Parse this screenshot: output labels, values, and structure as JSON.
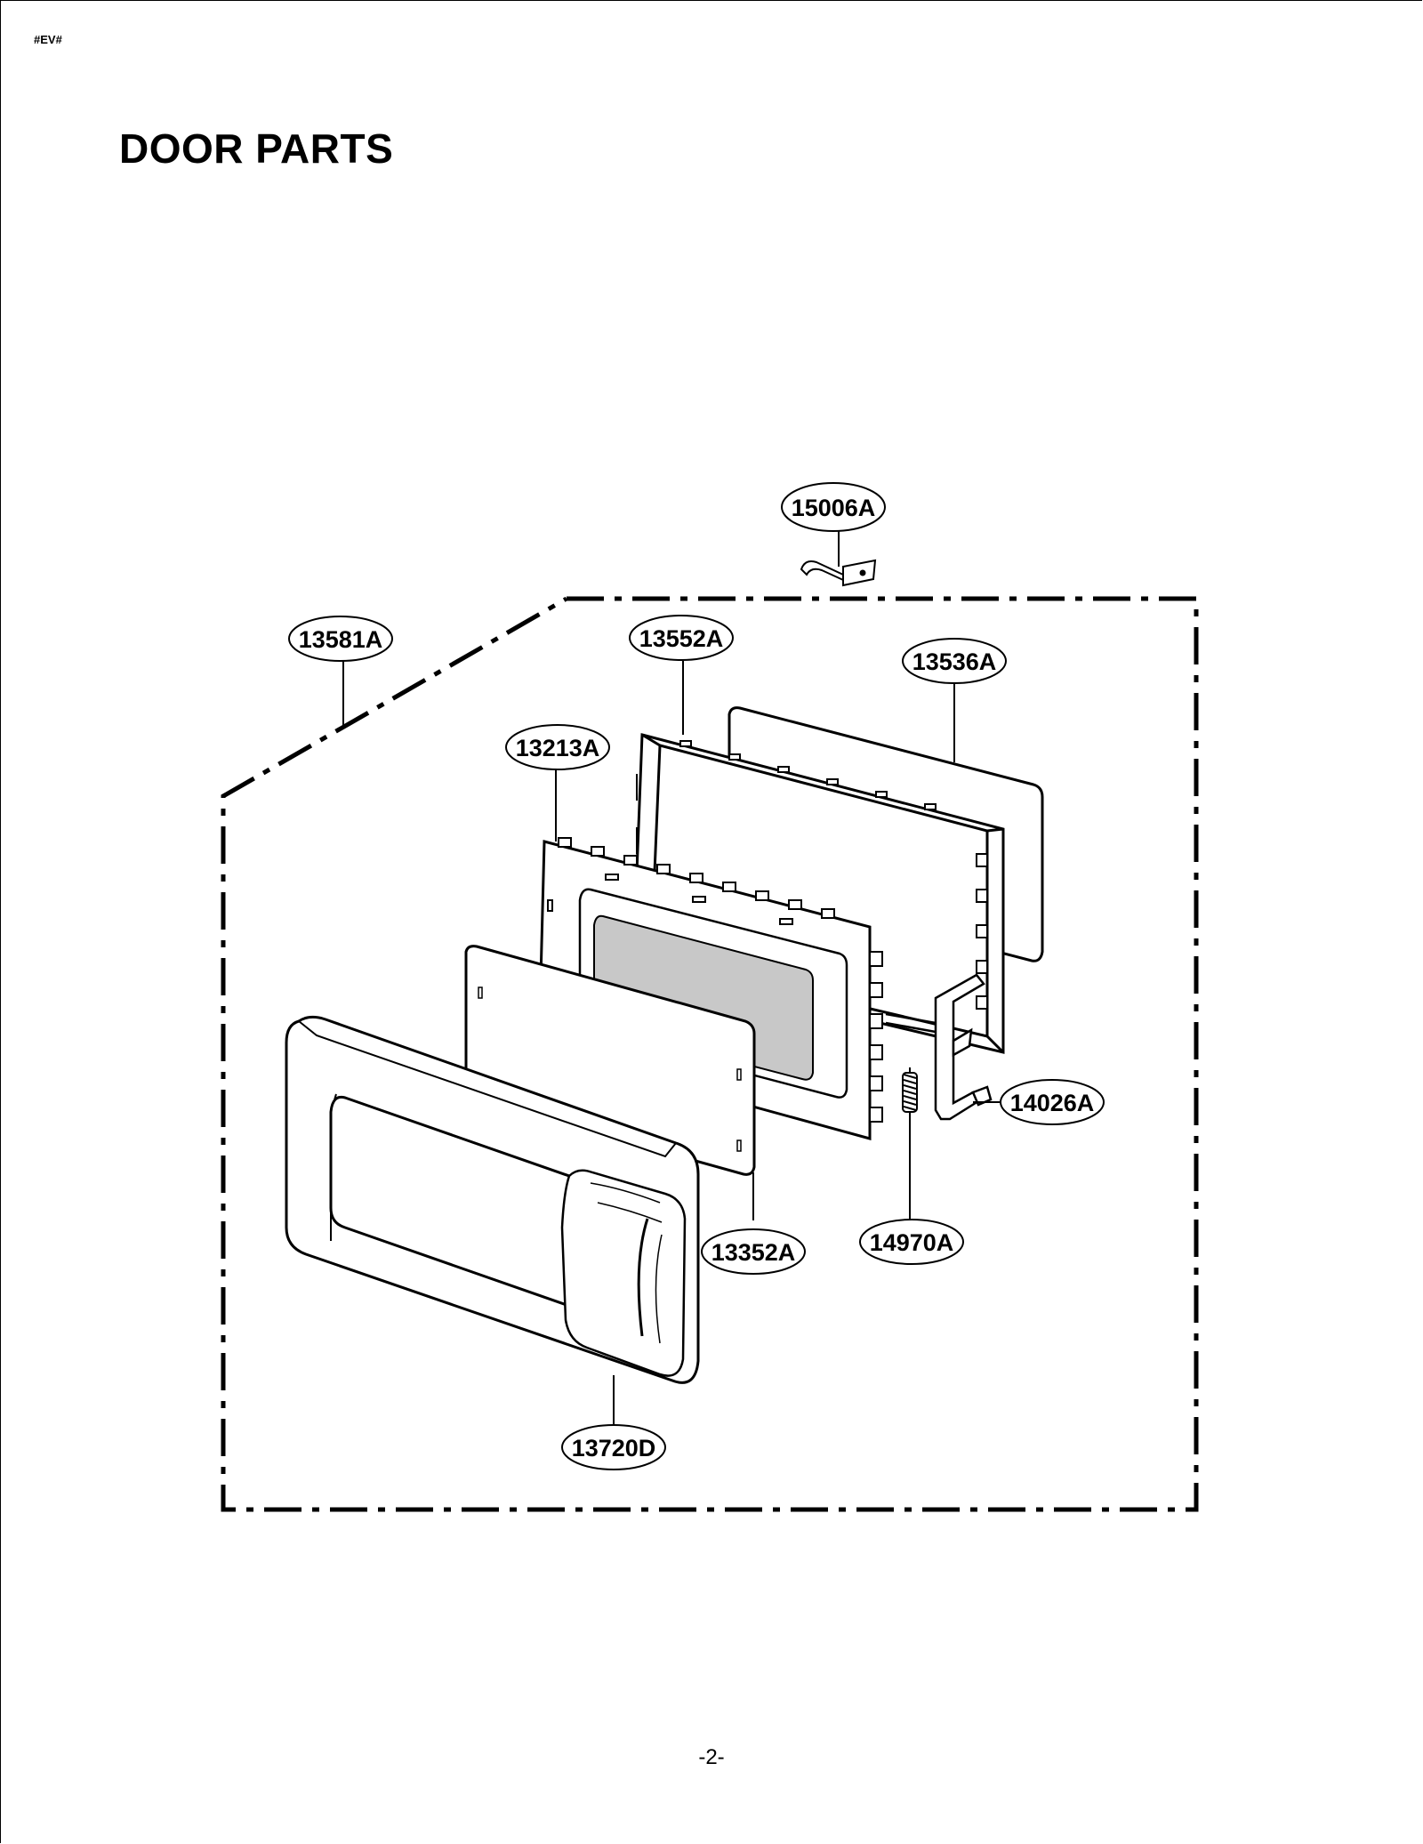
{
  "document": {
    "code": "#EV#",
    "title": "DOOR PARTS",
    "page_number": "-2-"
  },
  "parts": [
    {
      "id": "15006A"
    },
    {
      "id": "13581A"
    },
    {
      "id": "13552A"
    },
    {
      "id": "13536A"
    },
    {
      "id": "13213A"
    },
    {
      "id": "14026A"
    },
    {
      "id": "13352A"
    },
    {
      "id": "14970A"
    },
    {
      "id": "13720D"
    }
  ]
}
